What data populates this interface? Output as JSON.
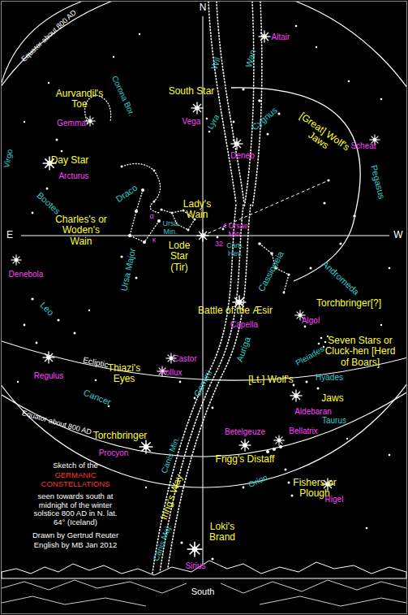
{
  "diagram": {
    "labels": [
      "N",
      "Equator about 800 AD",
      "Altair",
      "Wil",
      "Wan",
      "South Star",
      "Vega",
      "Lyra",
      "Cygnus",
      "Aurvandil's Toe",
      "Gemma",
      "Corona Bor.",
      "Deneb",
      "[Great] Wolf's Jaws",
      "Scheat",
      "Pegasus",
      "Day Star",
      "Arcturus",
      "Bootes",
      "Virgo",
      "Draco",
      "Lady's Wain",
      "α",
      "Ursa Min.",
      "Charles's or Woden's Wain",
      "E",
      "W",
      "κ",
      "Lode Star (Tir)",
      "4 Ursae Min.",
      "32",
      "Cam. Hev.",
      "Cassiopeia",
      "Ursa Major",
      "Denebola",
      "Andromeda",
      "Torchbringer[?]",
      "Battle of the Æsir",
      "Algol",
      "Capella",
      "Leo",
      "Auriga",
      "Seven Stars or Cluck-hen [Herd of Boars]",
      "Pleiades",
      "Ecliptic",
      "Regulus",
      "Castor",
      "Thiazi's Eyes",
      "Pollux",
      "Hyades",
      "[Lt.] Wolf's",
      "Gemini",
      "Jaws",
      "Cancer",
      "Aldebaran",
      "Taurus",
      "Equator about 800 AD",
      "Torchbringer",
      "Betelgeuze",
      "Bellatrix",
      "Procyon",
      "Canis Min.",
      "Frigg's Distaff",
      "Sketch of the",
      "GERMANIC CONSTELLATIONS",
      "seen towards south at midnight of the winter solstice 800 AD in N. lat. 64° (Iceland)",
      "Drawn by Gertrud Reuter",
      "English by MB Jan 2012",
      "Fishers or Plough",
      "Orion",
      "Iring's Way",
      "Rigel",
      "Loki's Brand",
      "Canis Maj.",
      "Sirius",
      "South"
    ]
  }
}
